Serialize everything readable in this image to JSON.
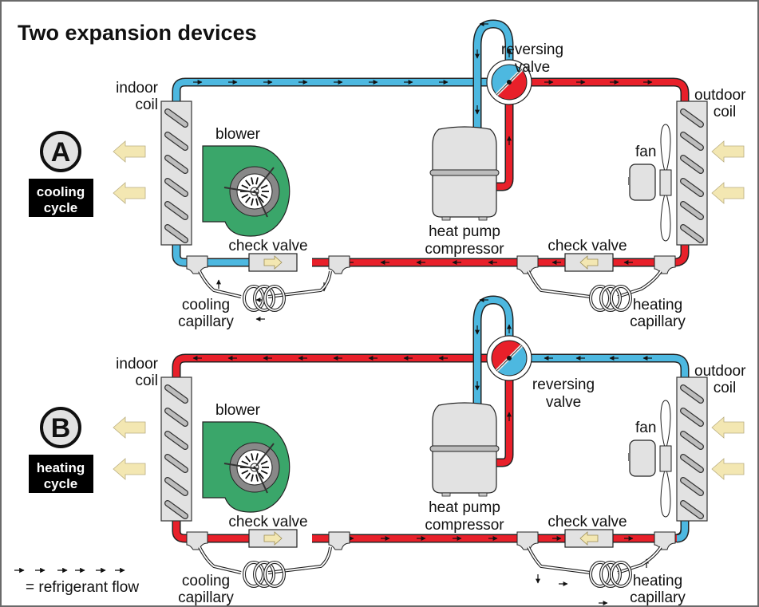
{
  "title": "Two expansion devices",
  "colors": {
    "cold_line": "#4db8e0",
    "hot_line": "#e8202a",
    "coil_fill": "#e2e2e2",
    "blower_green": "#3aa66a",
    "air_arrow": "#f3e7b2",
    "badge_bg": "#000000"
  },
  "sections": [
    {
      "id": "A",
      "letter": "A",
      "cycle_label_line1": "cooling",
      "cycle_label_line2": "cycle",
      "indoor_coil_line1": "indoor",
      "indoor_coil_line2": "coil",
      "blower": "blower",
      "reversing_valve_line1": "reversing",
      "reversing_valve_line2": "valve",
      "compressor_line1": "heat pump",
      "compressor_line2": "compressor",
      "outdoor_coil_line1": "outdoor",
      "outdoor_coil_line2": "coil",
      "fan": "fan",
      "check_valve_left": "check valve",
      "check_valve_right": "check valve",
      "cooling_capillary_line1": "cooling",
      "cooling_capillary_line2": "capillary",
      "heating_capillary_line1": "heating",
      "heating_capillary_line2": "capillary",
      "top_line_left": "cold",
      "top_line_right": "hot",
      "bottom_line": "hot",
      "flow_direction_top": "right",
      "flow_direction_bottom": "left",
      "air_direction": "left"
    },
    {
      "id": "B",
      "letter": "B",
      "cycle_label_line1": "heating",
      "cycle_label_line2": "cycle",
      "indoor_coil_line1": "indoor",
      "indoor_coil_line2": "coil",
      "blower": "blower",
      "reversing_valve_line1": "reversing",
      "reversing_valve_line2": "valve",
      "compressor_line1": "heat pump",
      "compressor_line2": "compressor",
      "outdoor_coil_line1": "outdoor",
      "outdoor_coil_line2": "coil",
      "fan": "fan",
      "check_valve_left": "check valve",
      "check_valve_right": "check valve",
      "cooling_capillary_line1": "cooling",
      "cooling_capillary_line2": "capillary",
      "heating_capillary_line1": "heating",
      "heating_capillary_line2": "capillary",
      "top_line_left": "hot",
      "top_line_right": "cold",
      "bottom_line": "hot",
      "flow_direction_top": "left",
      "flow_direction_bottom": "right",
      "air_direction": "left"
    }
  ],
  "legend": {
    "symbol": "→ → → → → →",
    "label": "= refrigerant flow"
  }
}
